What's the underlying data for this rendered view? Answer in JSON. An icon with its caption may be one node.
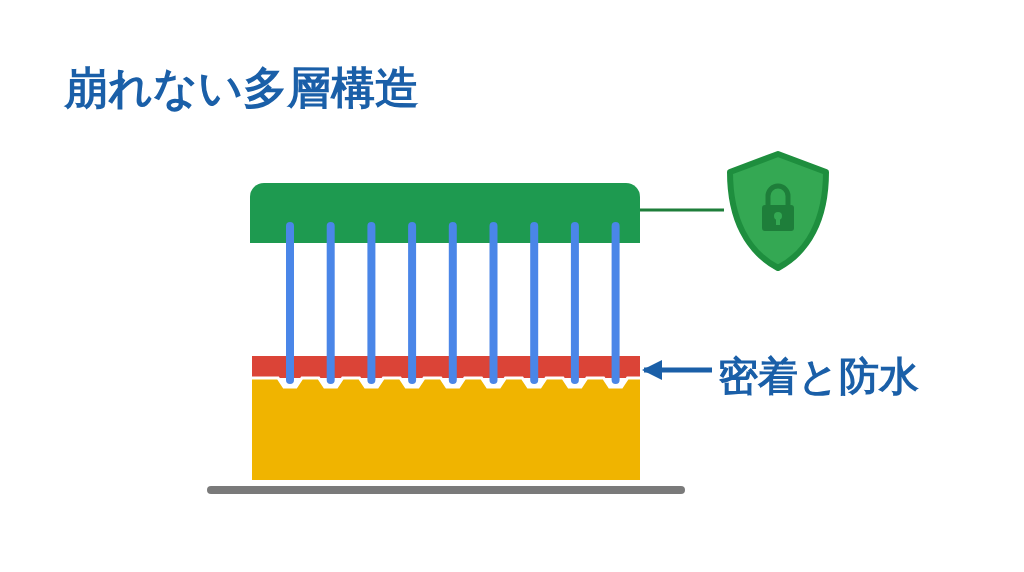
{
  "diagram": {
    "title": "崩れない多層構造",
    "nodes": [
      {
        "text": [],
        "shape": "bar"
      },
      {
        "text": [],
        "shape": "picture"
      },
      {
        "text": [],
        "shape": "bar"
      },
      {
        "text": [
          "密着と防水"
        ]
      }
    ],
    "edges": [
      {
        "from": 0,
        "to": 1,
        "arrow": "none",
        "color": "#1e7e3a"
      },
      {
        "from": 3,
        "to": 2,
        "arrow": "to",
        "color": "#1a5fa8"
      }
    ]
  }
}
